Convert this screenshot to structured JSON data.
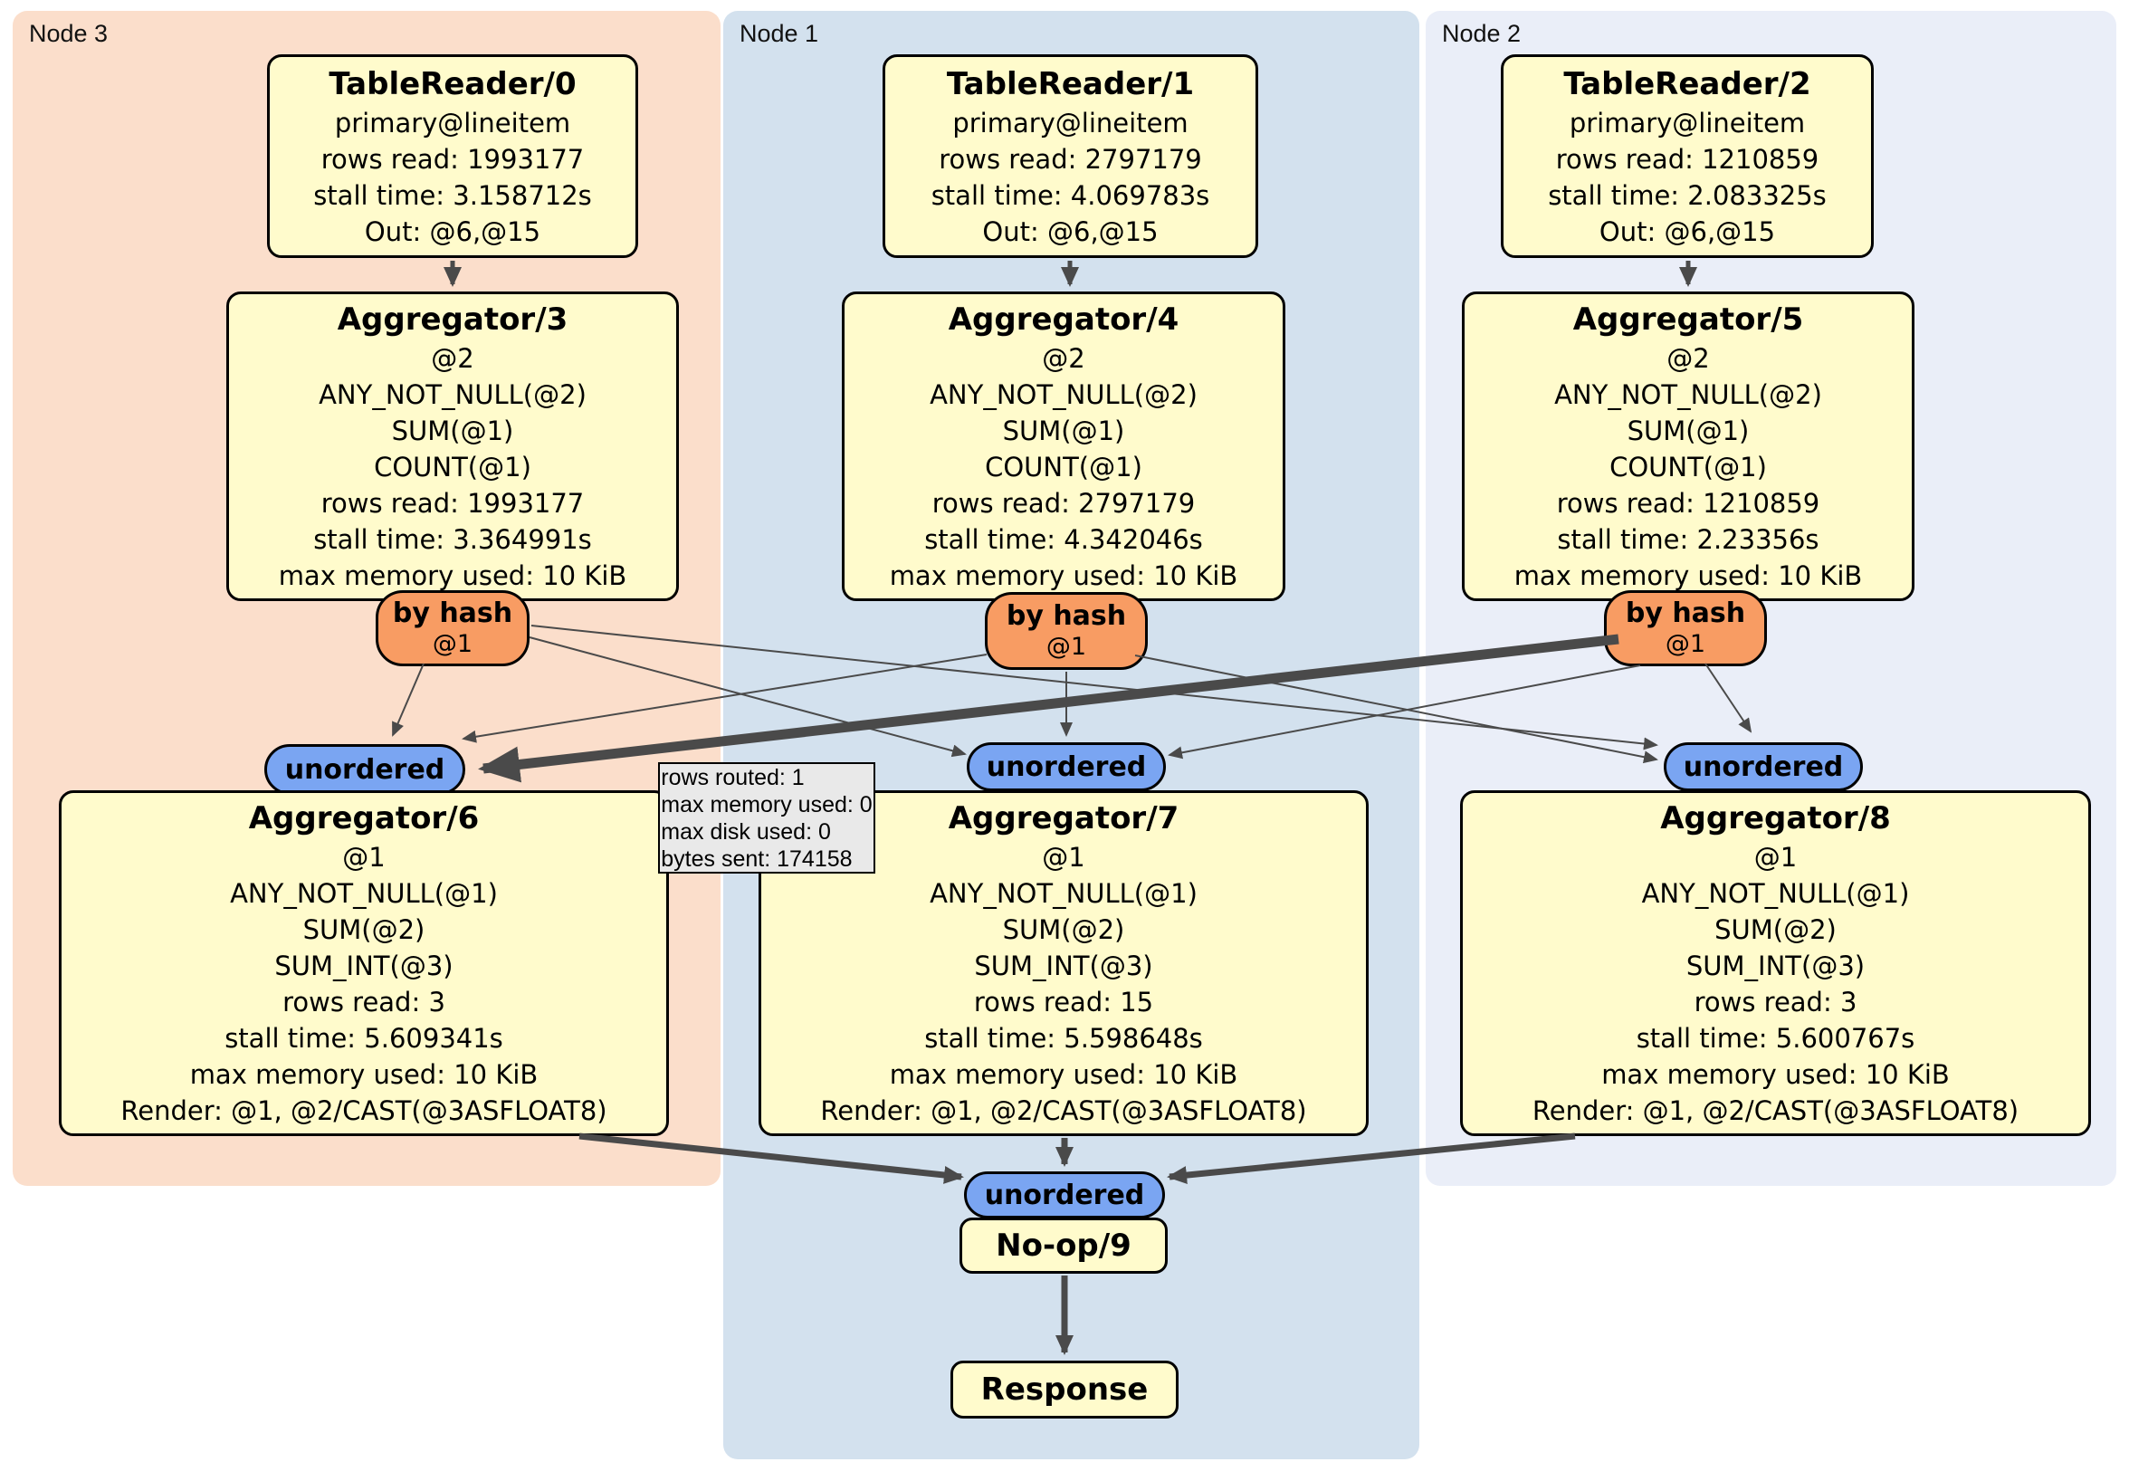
{
  "panels": [
    {
      "label": "Node 3"
    },
    {
      "label": "Node 1"
    },
    {
      "label": "Node 2"
    }
  ],
  "processors": {
    "tr0": {
      "title": "TableReader/0",
      "lines": [
        "primary@lineitem",
        "rows read: 1993177",
        "stall time: 3.158712s",
        "Out: @6,@15"
      ]
    },
    "tr1": {
      "title": "TableReader/1",
      "lines": [
        "primary@lineitem",
        "rows read: 2797179",
        "stall time: 4.069783s",
        "Out: @6,@15"
      ]
    },
    "tr2": {
      "title": "TableReader/2",
      "lines": [
        "primary@lineitem",
        "rows read: 1210859",
        "stall time: 2.083325s",
        "Out: @6,@15"
      ]
    },
    "agg3": {
      "title": "Aggregator/3",
      "lines": [
        "@2",
        "ANY_NOT_NULL(@2)",
        "SUM(@1)",
        "COUNT(@1)",
        "rows read: 1993177",
        "stall time: 3.364991s",
        "max memory used: 10 KiB"
      ]
    },
    "agg4": {
      "title": "Aggregator/4",
      "lines": [
        "@2",
        "ANY_NOT_NULL(@2)",
        "SUM(@1)",
        "COUNT(@1)",
        "rows read: 2797179",
        "stall time: 4.342046s",
        "max memory used: 10 KiB"
      ]
    },
    "agg5": {
      "title": "Aggregator/5",
      "lines": [
        "@2",
        "ANY_NOT_NULL(@2)",
        "SUM(@1)",
        "COUNT(@1)",
        "rows read: 1210859",
        "stall time: 2.23356s",
        "max memory used: 10 KiB"
      ]
    },
    "agg6": {
      "title": "Aggregator/6",
      "lines": [
        "@1",
        "ANY_NOT_NULL(@1)",
        "SUM(@2)",
        "SUM_INT(@3)",
        "rows read: 3",
        "stall time: 5.609341s",
        "max memory used: 10 KiB",
        "Render: @1, @2/CAST(@3ASFLOAT8)"
      ]
    },
    "agg7": {
      "title": "Aggregator/7",
      "lines": [
        "@1",
        "ANY_NOT_NULL(@1)",
        "SUM(@2)",
        "SUM_INT(@3)",
        "rows read: 15",
        "stall time: 5.598648s",
        "max memory used: 10 KiB",
        "Render: @1, @2/CAST(@3ASFLOAT8)"
      ]
    },
    "agg8": {
      "title": "Aggregator/8",
      "lines": [
        "@1",
        "ANY_NOT_NULL(@1)",
        "SUM(@2)",
        "SUM_INT(@3)",
        "rows read: 3",
        "stall time: 5.600767s",
        "max memory used: 10 KiB",
        "Render: @1, @2/CAST(@3ASFLOAT8)"
      ]
    },
    "noop": {
      "title": "No-op/9"
    },
    "response": {
      "title": "Response"
    }
  },
  "routers": [
    {
      "label": "by hash",
      "stream": "@1"
    },
    {
      "label": "by hash",
      "stream": "@1"
    },
    {
      "label": "by hash",
      "stream": "@1"
    }
  ],
  "syncs": [
    {
      "label": "unordered"
    },
    {
      "label": "unordered"
    },
    {
      "label": "unordered"
    },
    {
      "label": "unordered"
    }
  ],
  "tooltip": {
    "lines": [
      "rows routed: 1",
      "max memory used: 0",
      "max disk used: 0",
      "bytes sent: 174158"
    ]
  },
  "colors": {
    "panel-node3": "#fbdecb",
    "panel-node1": "#d3e1ee",
    "panel-node2": "#eaeef8",
    "box-fill": "#fffbcc",
    "router-fill": "#f89c63",
    "sync-fill": "#7aa5f2",
    "tooltip-fill": "#e9e9e9",
    "edge-color": "#4a4a4a"
  }
}
